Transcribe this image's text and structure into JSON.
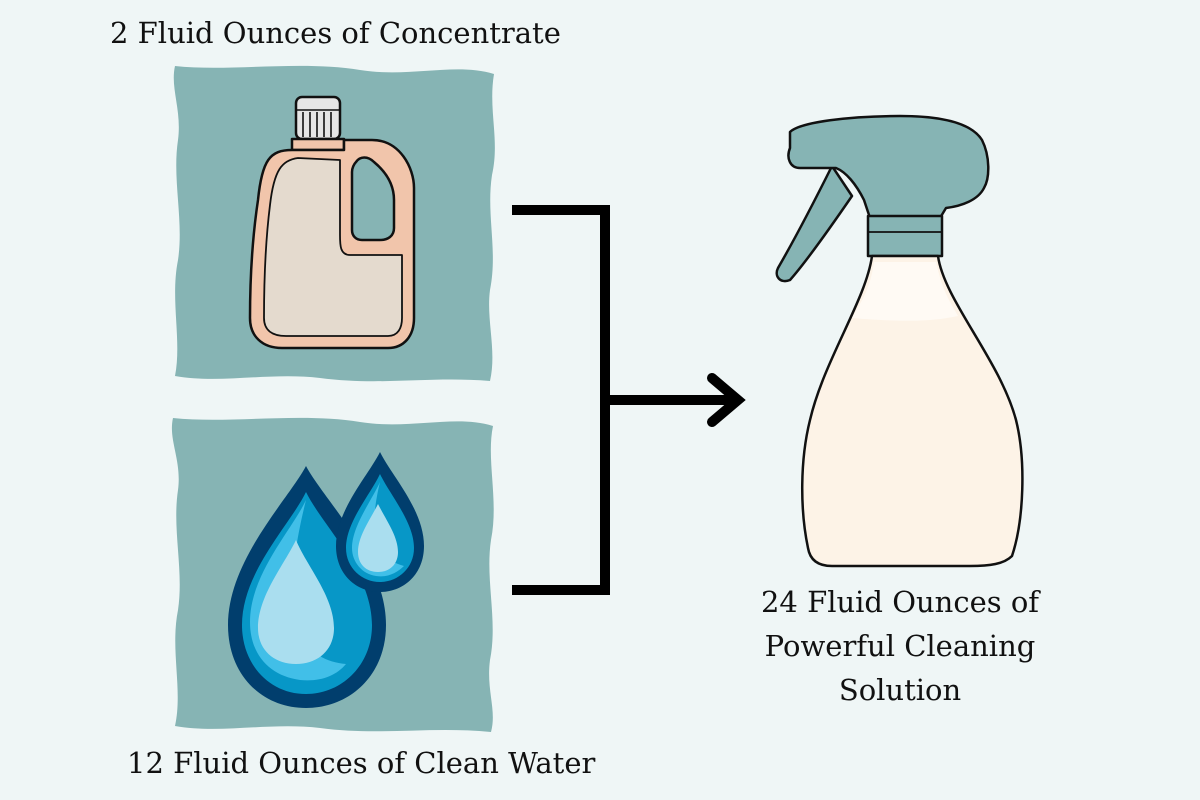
{
  "labels": {
    "concentrate": "2 Fluid Ounces of Concentrate",
    "water": "12 Fluid Ounces of Clean Water",
    "result_line1": "24 Fluid Ounces of",
    "result_line2": "Powerful Cleaning",
    "result_line3": "Solution"
  },
  "icons": {
    "concentrate": "jug-icon",
    "water": "water-drops-icon",
    "result": "spray-bottle-icon",
    "connector": "combine-arrow-icon"
  },
  "colors": {
    "background": "#eff6f6",
    "panel": "#86b4b4",
    "jug_body": "#e4dace",
    "jug_outline": "#f1c5ab",
    "drop_outer": "#013e6d",
    "drop_mid": "#0797c7",
    "drop_light": "#41bfe8",
    "drop_highlight": "#aadeef",
    "sprayer": "#86b4b4",
    "bottle_liquid": "#fdf3e7",
    "arrow": "#000000"
  }
}
